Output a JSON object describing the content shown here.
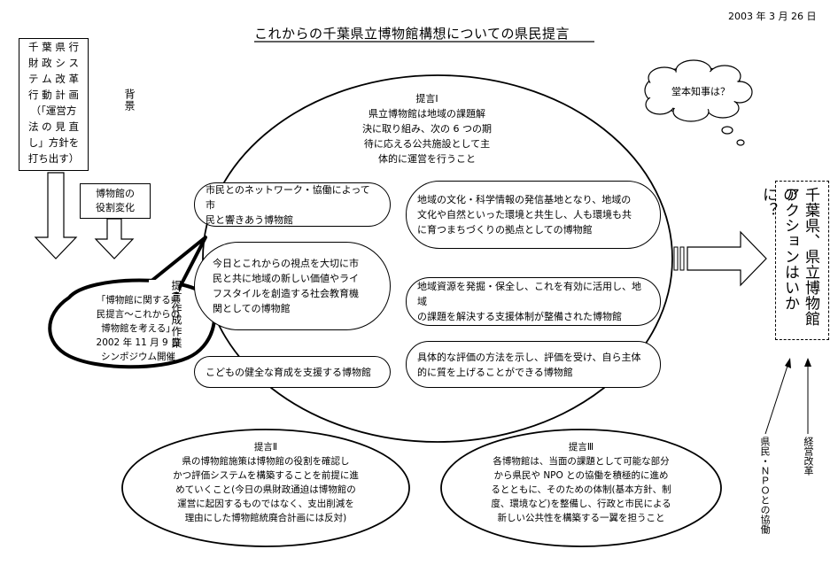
{
  "date": "2003 年 3 月 26 日",
  "title": "これからの千葉県立博物館構想についての県民提言",
  "background_label": "背景",
  "left_box": {
    "lines": [
      "千 葉 県 行",
      "財 政 シ ス",
      "テ ム 改 革",
      "行 動 計 画",
      "（「運営方",
      "法 の 見 直",
      "し」方針を",
      "打ち出す）"
    ]
  },
  "role_box": {
    "lines": [
      "博物館の",
      "役割変化"
    ]
  },
  "bubble_speech": {
    "lines": [
      "「博物館に関する県",
      "民提言～これからの",
      "博物館を考える」",
      "2002 年 11 月 9 日",
      "シンポジウム開催"
    ]
  },
  "process_label": "提言作成作業",
  "proposal1": {
    "heading": "提言Ⅰ",
    "lines": [
      "県立博物館は地域の課題解",
      "決に取り組み、次の 6 つの期",
      "待に応える公共施設として主",
      "体的に運営を行うこと"
    ]
  },
  "items": [
    {
      "lines": [
        "市民とのネットワーク・協働によって市",
        "民と響きあう博物館"
      ]
    },
    {
      "lines": [
        "地域の文化・科学情報の発信基地となり、地域の",
        "文化や自然といった環境と共生し、人も環境も共",
        "に育つまちづくりの拠点としての博物館"
      ]
    },
    {
      "lines": [
        "今日とこれからの視点を大切に市",
        "民と共に地域の新しい価値やライ",
        "フスタイルを創造する社会教育機",
        "関としての博物館"
      ]
    },
    {
      "lines": [
        "地域資源を発掘・保全し、これを有効に活用し、地域",
        "の課題を解決する支援体制が整備された博物館"
      ]
    },
    {
      "lines": [
        "こどもの健全な育成を支援する博物館"
      ]
    },
    {
      "lines": [
        "具体的な評価の方法を示し、評価を受け、自ら主体",
        "的に質を上げることができる博物館"
      ]
    }
  ],
  "thought_bubble": "堂本知事は？",
  "action_box": {
    "line1": "千葉県、県立博物館の",
    "line2": "アクションはいかに？"
  },
  "side_label_left": "県民・ＮＰＯとの協働",
  "side_label_right": "経営改革",
  "proposal2": {
    "heading": "提言Ⅱ",
    "lines": [
      "県の博物館施策は博物館の役割を確認し",
      "かつ評価システムを構築することを前提に進",
      "めていくこと(今日の県財政通迫は博物館の",
      "運営に起因するものではなく、支出削減を",
      "理由にした博物館統廃合計画には反対)"
    ]
  },
  "proposal3": {
    "heading": "提言Ⅲ",
    "lines": [
      "各博物館は、当面の課題として可能な部分",
      "から県民や NPO との協働を積極的に進め",
      "るとともに、そのための体制(基本方針、制",
      "度、環境など)を整備し、行政と市民による",
      "新しい公共性を構築する一翼を担うこと"
    ]
  }
}
